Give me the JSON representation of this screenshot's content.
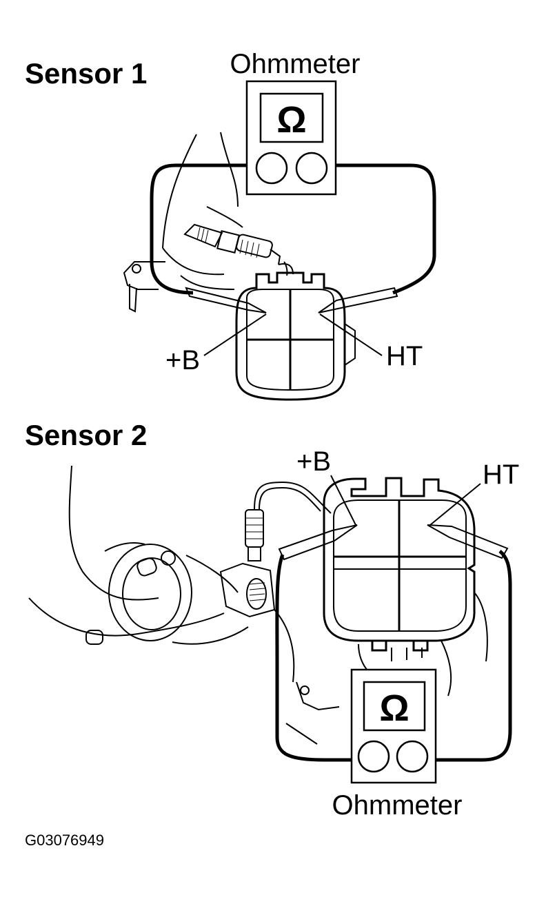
{
  "sensor1": {
    "heading": "Sensor 1",
    "meter_label": "Ohmmeter",
    "meter_symbol": "Ω",
    "terminal_left": "+B",
    "terminal_right": "HT"
  },
  "sensor2": {
    "heading": "Sensor 2",
    "meter_label": "Ohmmeter",
    "meter_symbol": "Ω",
    "terminal_left": "+B",
    "terminal_right": "HT"
  },
  "figure_code": "G03076949",
  "icons": {
    "meter": "ohmmeter-icon",
    "connector": "connector-icon",
    "sensor": "oxygen-sensor-icon"
  },
  "colors": {
    "line": "#000000",
    "background": "#ffffff"
  }
}
